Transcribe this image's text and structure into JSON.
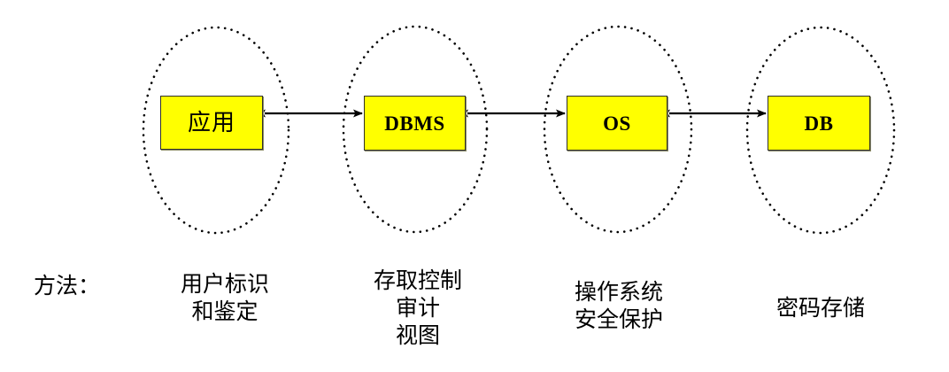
{
  "diagram": {
    "title_visible": false,
    "background_color": "#ffffff",
    "node_fill_color": "#ffff00",
    "node_border_color": "#31312a",
    "ellipse_style": "dotted",
    "arrow_style": "double-headed",
    "nodes": [
      {
        "id": "application",
        "label": "应用",
        "script": "cjk"
      },
      {
        "id": "dbms",
        "label": "DBMS",
        "script": "latin"
      },
      {
        "id": "os",
        "label": "OS",
        "script": "latin"
      },
      {
        "id": "db",
        "label": "DB",
        "script": "latin"
      }
    ],
    "connectors": [
      {
        "from": "application",
        "to": "dbms",
        "arrow": "both"
      },
      {
        "from": "dbms",
        "to": "os",
        "arrow": "both"
      },
      {
        "from": "os",
        "to": "db",
        "arrow": "both"
      }
    ],
    "methods_heading": "方法：",
    "method_columns": [
      {
        "for": "application",
        "lines": [
          "用户标识",
          "和鉴定"
        ]
      },
      {
        "for": "dbms",
        "lines": [
          "存取控制",
          "审计",
          "视图"
        ]
      },
      {
        "for": "os",
        "lines": [
          "操作系统",
          "安全保护"
        ]
      },
      {
        "for": "db",
        "lines": [
          "密码存储"
        ]
      }
    ]
  }
}
